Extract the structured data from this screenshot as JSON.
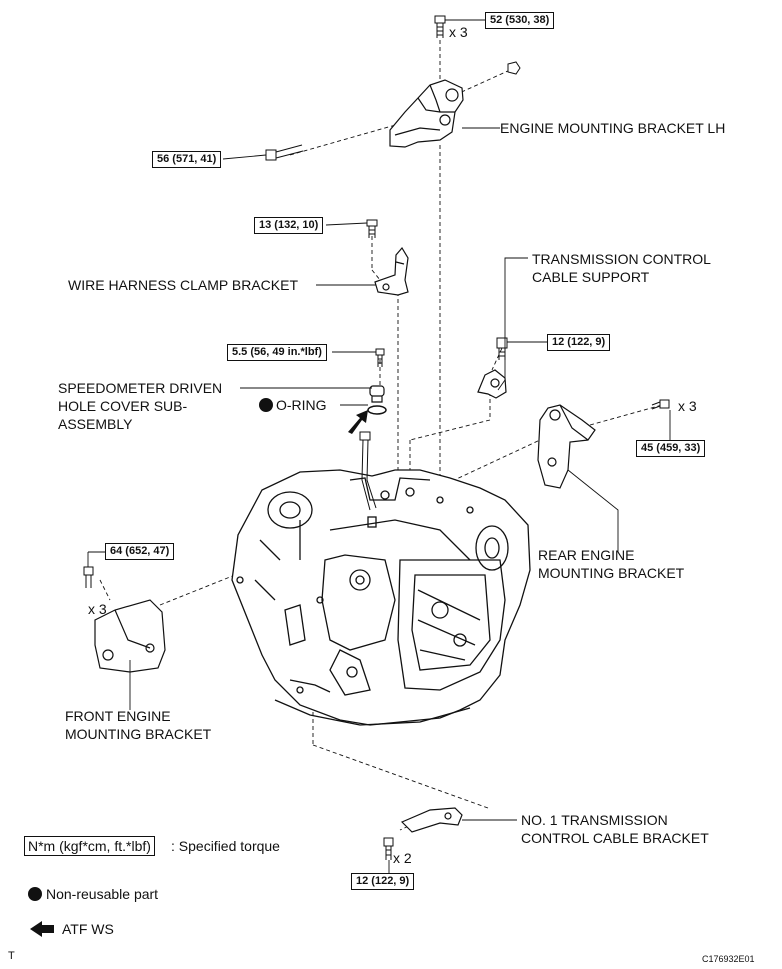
{
  "torque_specs": {
    "top_bolt": "52 (530, 38)",
    "lh_bolt": "56 (571, 41)",
    "harness_bolt": "13 (132, 10)",
    "speedo_bolt": "5.5 (56, 49 in.*lbf)",
    "cable_support_bolt": "12 (122, 9)",
    "rear_bolt": "45 (459, 33)",
    "front_bolt": "64 (652, 47)",
    "bottom_bolt": "12 (122, 9)"
  },
  "multipliers": {
    "top": "x 3",
    "rear": "x 3",
    "front": "x 3",
    "bottom": "x 2"
  },
  "part_labels": {
    "engine_mounting_lh": "ENGINE MOUNTING BRACKET LH",
    "wire_harness": "WIRE HARNESS CLAMP BRACKET",
    "tcc_support_1": "TRANSMISSION CONTROL",
    "tcc_support_2": "CABLE SUPPORT",
    "speedo_1": "SPEEDOMETER DRIVEN",
    "speedo_2": "HOLE COVER SUB-",
    "speedo_3": "ASSEMBLY",
    "oring": "O-RING",
    "rear_1": "REAR ENGINE",
    "rear_2": "MOUNTING BRACKET",
    "front_1": "FRONT ENGINE",
    "front_2": "MOUNTING BRACKET",
    "no1_1": "NO. 1 TRANSMISSION",
    "no1_2": "CONTROL CABLE BRACKET"
  },
  "legend": {
    "torque_unit": "N*m (kgf*cm, ft.*lbf)",
    "torque_text": ": Specified torque",
    "nonreusable": "Non-reusable part",
    "atf": "ATF WS"
  },
  "footer": {
    "left": "T",
    "right": "C176932E01"
  }
}
